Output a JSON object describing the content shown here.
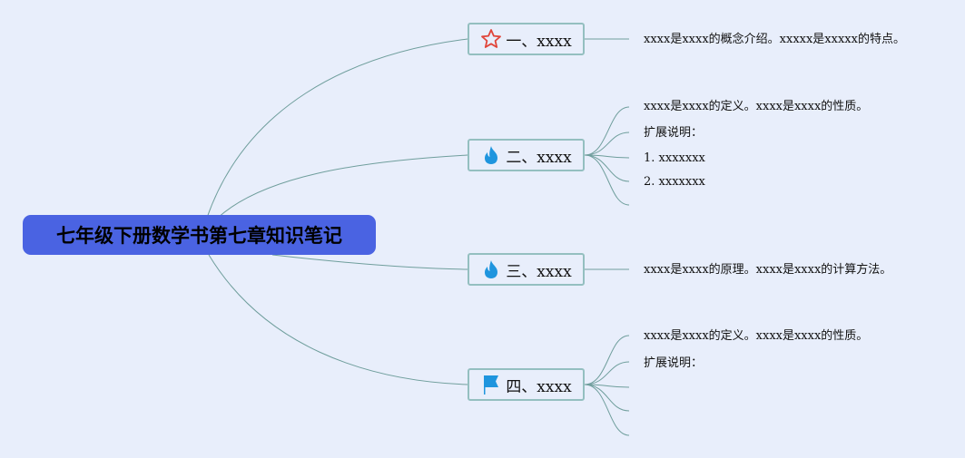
{
  "root": {
    "title": "七年级下册数学书第七章知识笔记",
    "color": "#4a63e2"
  },
  "topics": [
    {
      "label": "一、xxxx",
      "icon": "star-icon",
      "leaves": [
        "xxxx是xxxx的概念介绍。xxxxx是xxxxx的特点。"
      ]
    },
    {
      "label": "二、xxxx",
      "icon": "fire-icon",
      "leaves": [
        "xxxx是xxxx的定义。xxxx是xxxx的性质。",
        "扩展说明：",
        "1. xxxxxxx",
        "2. xxxxxxx"
      ]
    },
    {
      "label": "三、xxxx",
      "icon": "fire-icon",
      "leaves": [
        "xxxx是xxxx的原理。xxxx是xxxx的计算方法。"
      ]
    },
    {
      "label": "四、xxxx",
      "icon": "flag-icon",
      "leaves": [
        "xxxx是xxxx的定义。xxxx是xxxx的性质。",
        "扩展说明："
      ]
    }
  ],
  "colors": {
    "line": "#6f9e9c",
    "border": "#94bfc0",
    "star": "#e0453a",
    "icon_blue": "#1f95de"
  }
}
